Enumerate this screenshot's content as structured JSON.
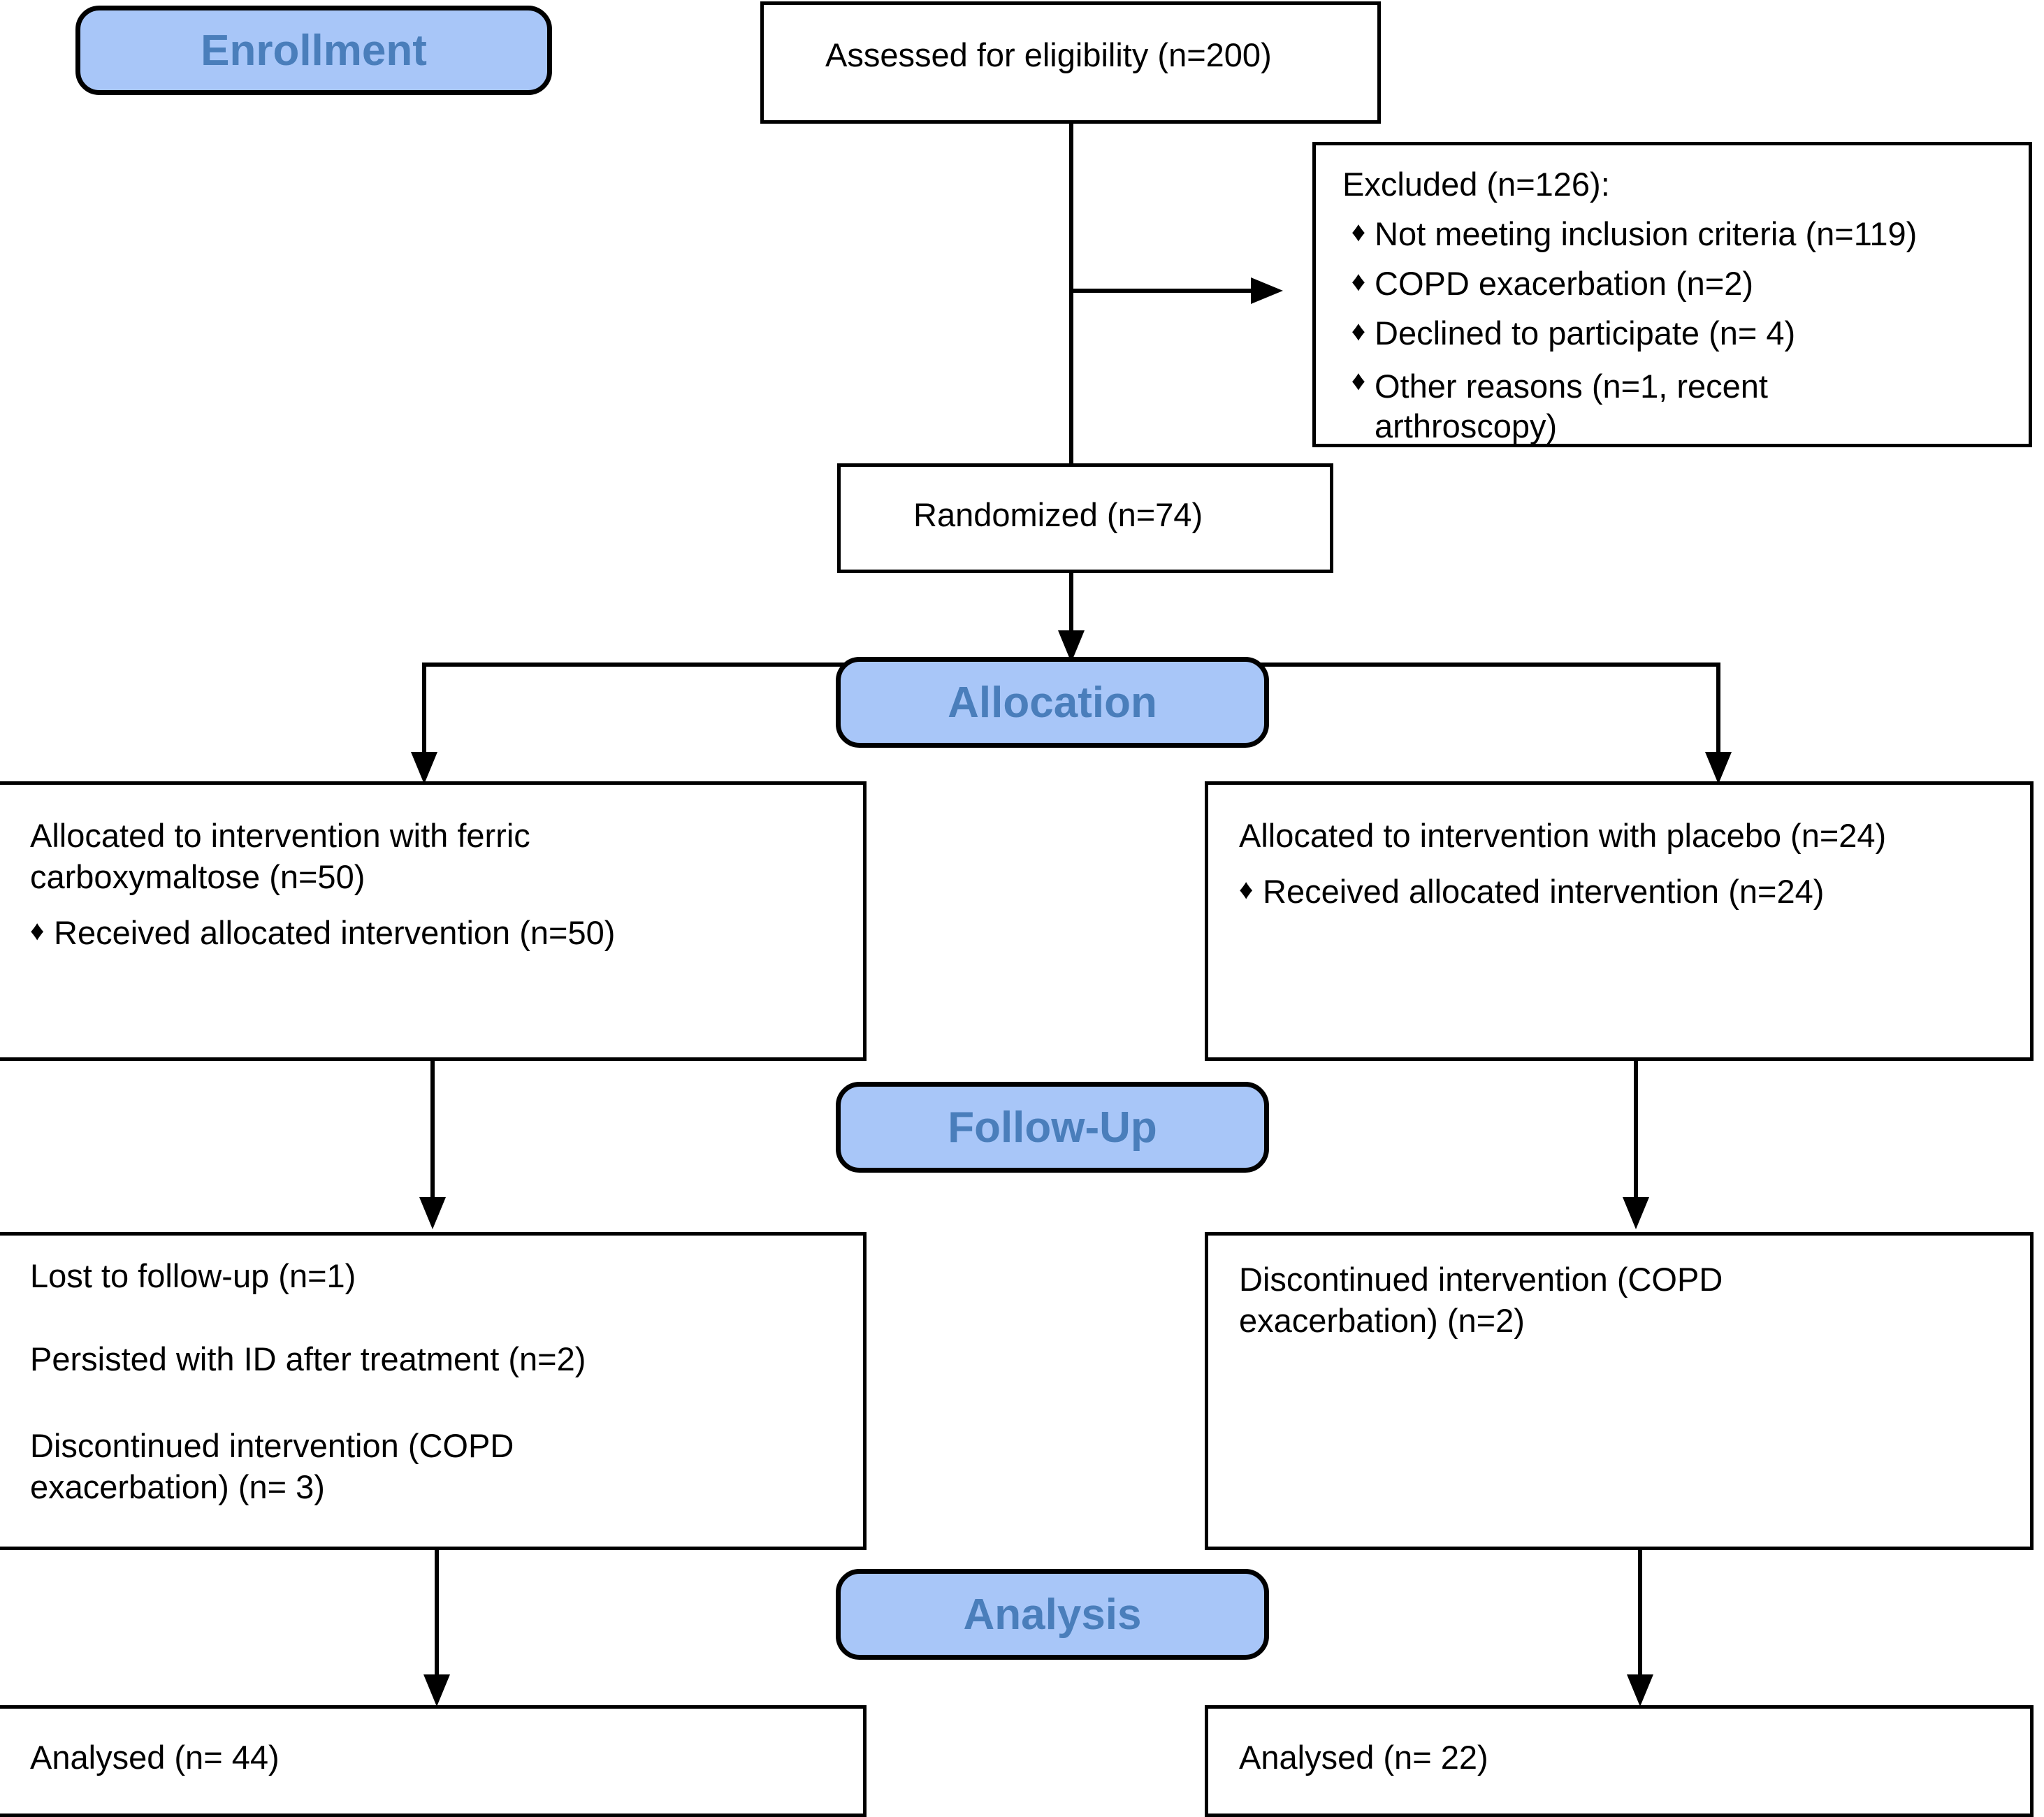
{
  "stages": {
    "enrollment": "Enrollment",
    "allocation": "Allocation",
    "followup": "Follow-Up",
    "analysis": "Analysis"
  },
  "colors": {
    "pill_fill": "#A8C6F8",
    "pill_text": "#4A7EBB",
    "box_border": "#000000",
    "box_fill": "#FFFFFF",
    "connector": "#000000"
  },
  "boxes": {
    "assessed": {
      "text": "Assessed for eligibility (n=200)"
    },
    "excluded": {
      "heading": "Excluded (n=126):",
      "bullet_glyph": "♦",
      "items": [
        "Not meeting inclusion criteria (n=119)",
        "COPD exacerbation (n=2)",
        "Declined to participate (n= 4)",
        "Other reasons (n=1, recent arthroscopy)"
      ]
    },
    "randomized": {
      "text": "Randomized (n=74)"
    },
    "alloc_left": {
      "heading": "Allocated to intervention with ferric carboxymaltose (n=50)",
      "bullet_glyph": "♦",
      "items": [
        "Received allocated intervention (n=50)"
      ]
    },
    "alloc_right": {
      "heading": "Allocated to intervention with placebo (n=24)",
      "bullet_glyph": "♦",
      "items": [
        "Received allocated intervention (n=24)"
      ]
    },
    "followup_left": {
      "line1": "Lost to follow-up (n=1)",
      "line2": "Persisted with ID after treatment (n=2)",
      "line3": "Discontinued intervention (COPD exacerbation) (n= 3)"
    },
    "followup_right": {
      "line1": "Discontinued intervention (COPD exacerbation) (n=2)"
    },
    "analysed_left": {
      "text": "Analysed (n= 44)"
    },
    "analysed_right": {
      "text": "Analysed (n= 22)"
    }
  },
  "chart_data": {
    "type": "diagram",
    "title": "CONSORT participant flow diagram",
    "nodes": [
      {
        "id": "assessed",
        "stage": "Enrollment",
        "label": "Assessed for eligibility (n=200)",
        "n": 200
      },
      {
        "id": "excluded",
        "stage": "Enrollment",
        "label": "Excluded (n=126)",
        "n": 126,
        "reasons": [
          {
            "label": "Not meeting inclusion criteria",
            "n": 119
          },
          {
            "label": "COPD exacerbation",
            "n": 2
          },
          {
            "label": "Declined to participate",
            "n": 4
          },
          {
            "label": "Other reasons (recent arthroscopy)",
            "n": 1
          }
        ]
      },
      {
        "id": "randomized",
        "stage": "Enrollment",
        "label": "Randomized (n=74)",
        "n": 74
      },
      {
        "id": "alloc_left",
        "stage": "Allocation",
        "label": "Allocated to intervention with ferric carboxymaltose (n=50)",
        "n": 50,
        "received": 50
      },
      {
        "id": "alloc_right",
        "stage": "Allocation",
        "label": "Allocated to intervention with placebo (n=24)",
        "n": 24,
        "received": 24
      },
      {
        "id": "followup_left",
        "stage": "Follow-Up",
        "label": "Lost to follow-up (n=1); Persisted with ID after treatment (n=2); Discontinued intervention (COPD exacerbation) (n= 3)",
        "lost_to_followup": 1,
        "persisted_with_id": 2,
        "discontinued": 3
      },
      {
        "id": "followup_right",
        "stage": "Follow-Up",
        "label": "Discontinued intervention (COPD exacerbation) (n=2)",
        "discontinued": 2
      },
      {
        "id": "analysed_left",
        "stage": "Analysis",
        "label": "Analysed (n= 44)",
        "n": 44
      },
      {
        "id": "analysed_right",
        "stage": "Analysis",
        "label": "Analysed (n= 22)",
        "n": 22
      }
    ],
    "edges": [
      {
        "from": "assessed",
        "to": "excluded",
        "type": "arrow-right"
      },
      {
        "from": "assessed",
        "to": "randomized",
        "type": "arrow-down"
      },
      {
        "from": "randomized",
        "to": "alloc_left",
        "type": "arrow-down"
      },
      {
        "from": "randomized",
        "to": "alloc_right",
        "type": "arrow-down"
      },
      {
        "from": "alloc_left",
        "to": "followup_left",
        "type": "arrow-down"
      },
      {
        "from": "alloc_right",
        "to": "followup_right",
        "type": "arrow-down"
      },
      {
        "from": "followup_left",
        "to": "analysed_left",
        "type": "arrow-down"
      },
      {
        "from": "followup_right",
        "to": "analysed_right",
        "type": "arrow-down"
      }
    ]
  }
}
